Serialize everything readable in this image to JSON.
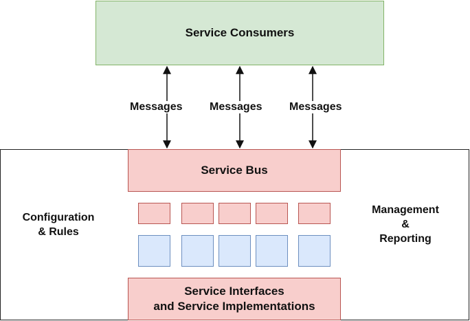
{
  "nodes": {
    "consumers": "Service Consumers",
    "service_bus": "Service Bus",
    "service_interfaces": [
      "Service Interfaces",
      "and Service Implementations"
    ],
    "config": [
      "Configuration",
      "& Rules"
    ],
    "management": [
      "Management",
      "&",
      "Reporting"
    ]
  },
  "edges": [
    {
      "from": "Service Consumers",
      "to": "Service Bus",
      "label": "Messages",
      "direction": "both"
    },
    {
      "from": "Service Consumers",
      "to": "Service Bus",
      "label": "Messages",
      "direction": "both"
    },
    {
      "from": "Service Consumers",
      "to": "Service Bus",
      "label": "Messages",
      "direction": "both"
    }
  ],
  "colors": {
    "green_fill": "#d5e8d4",
    "green_stroke": "#82b366",
    "red_fill": "#f8cecc",
    "red_stroke": "#b85450",
    "blue_fill": "#dae8fc",
    "blue_stroke": "#6c8ebf",
    "line": "#111111"
  }
}
